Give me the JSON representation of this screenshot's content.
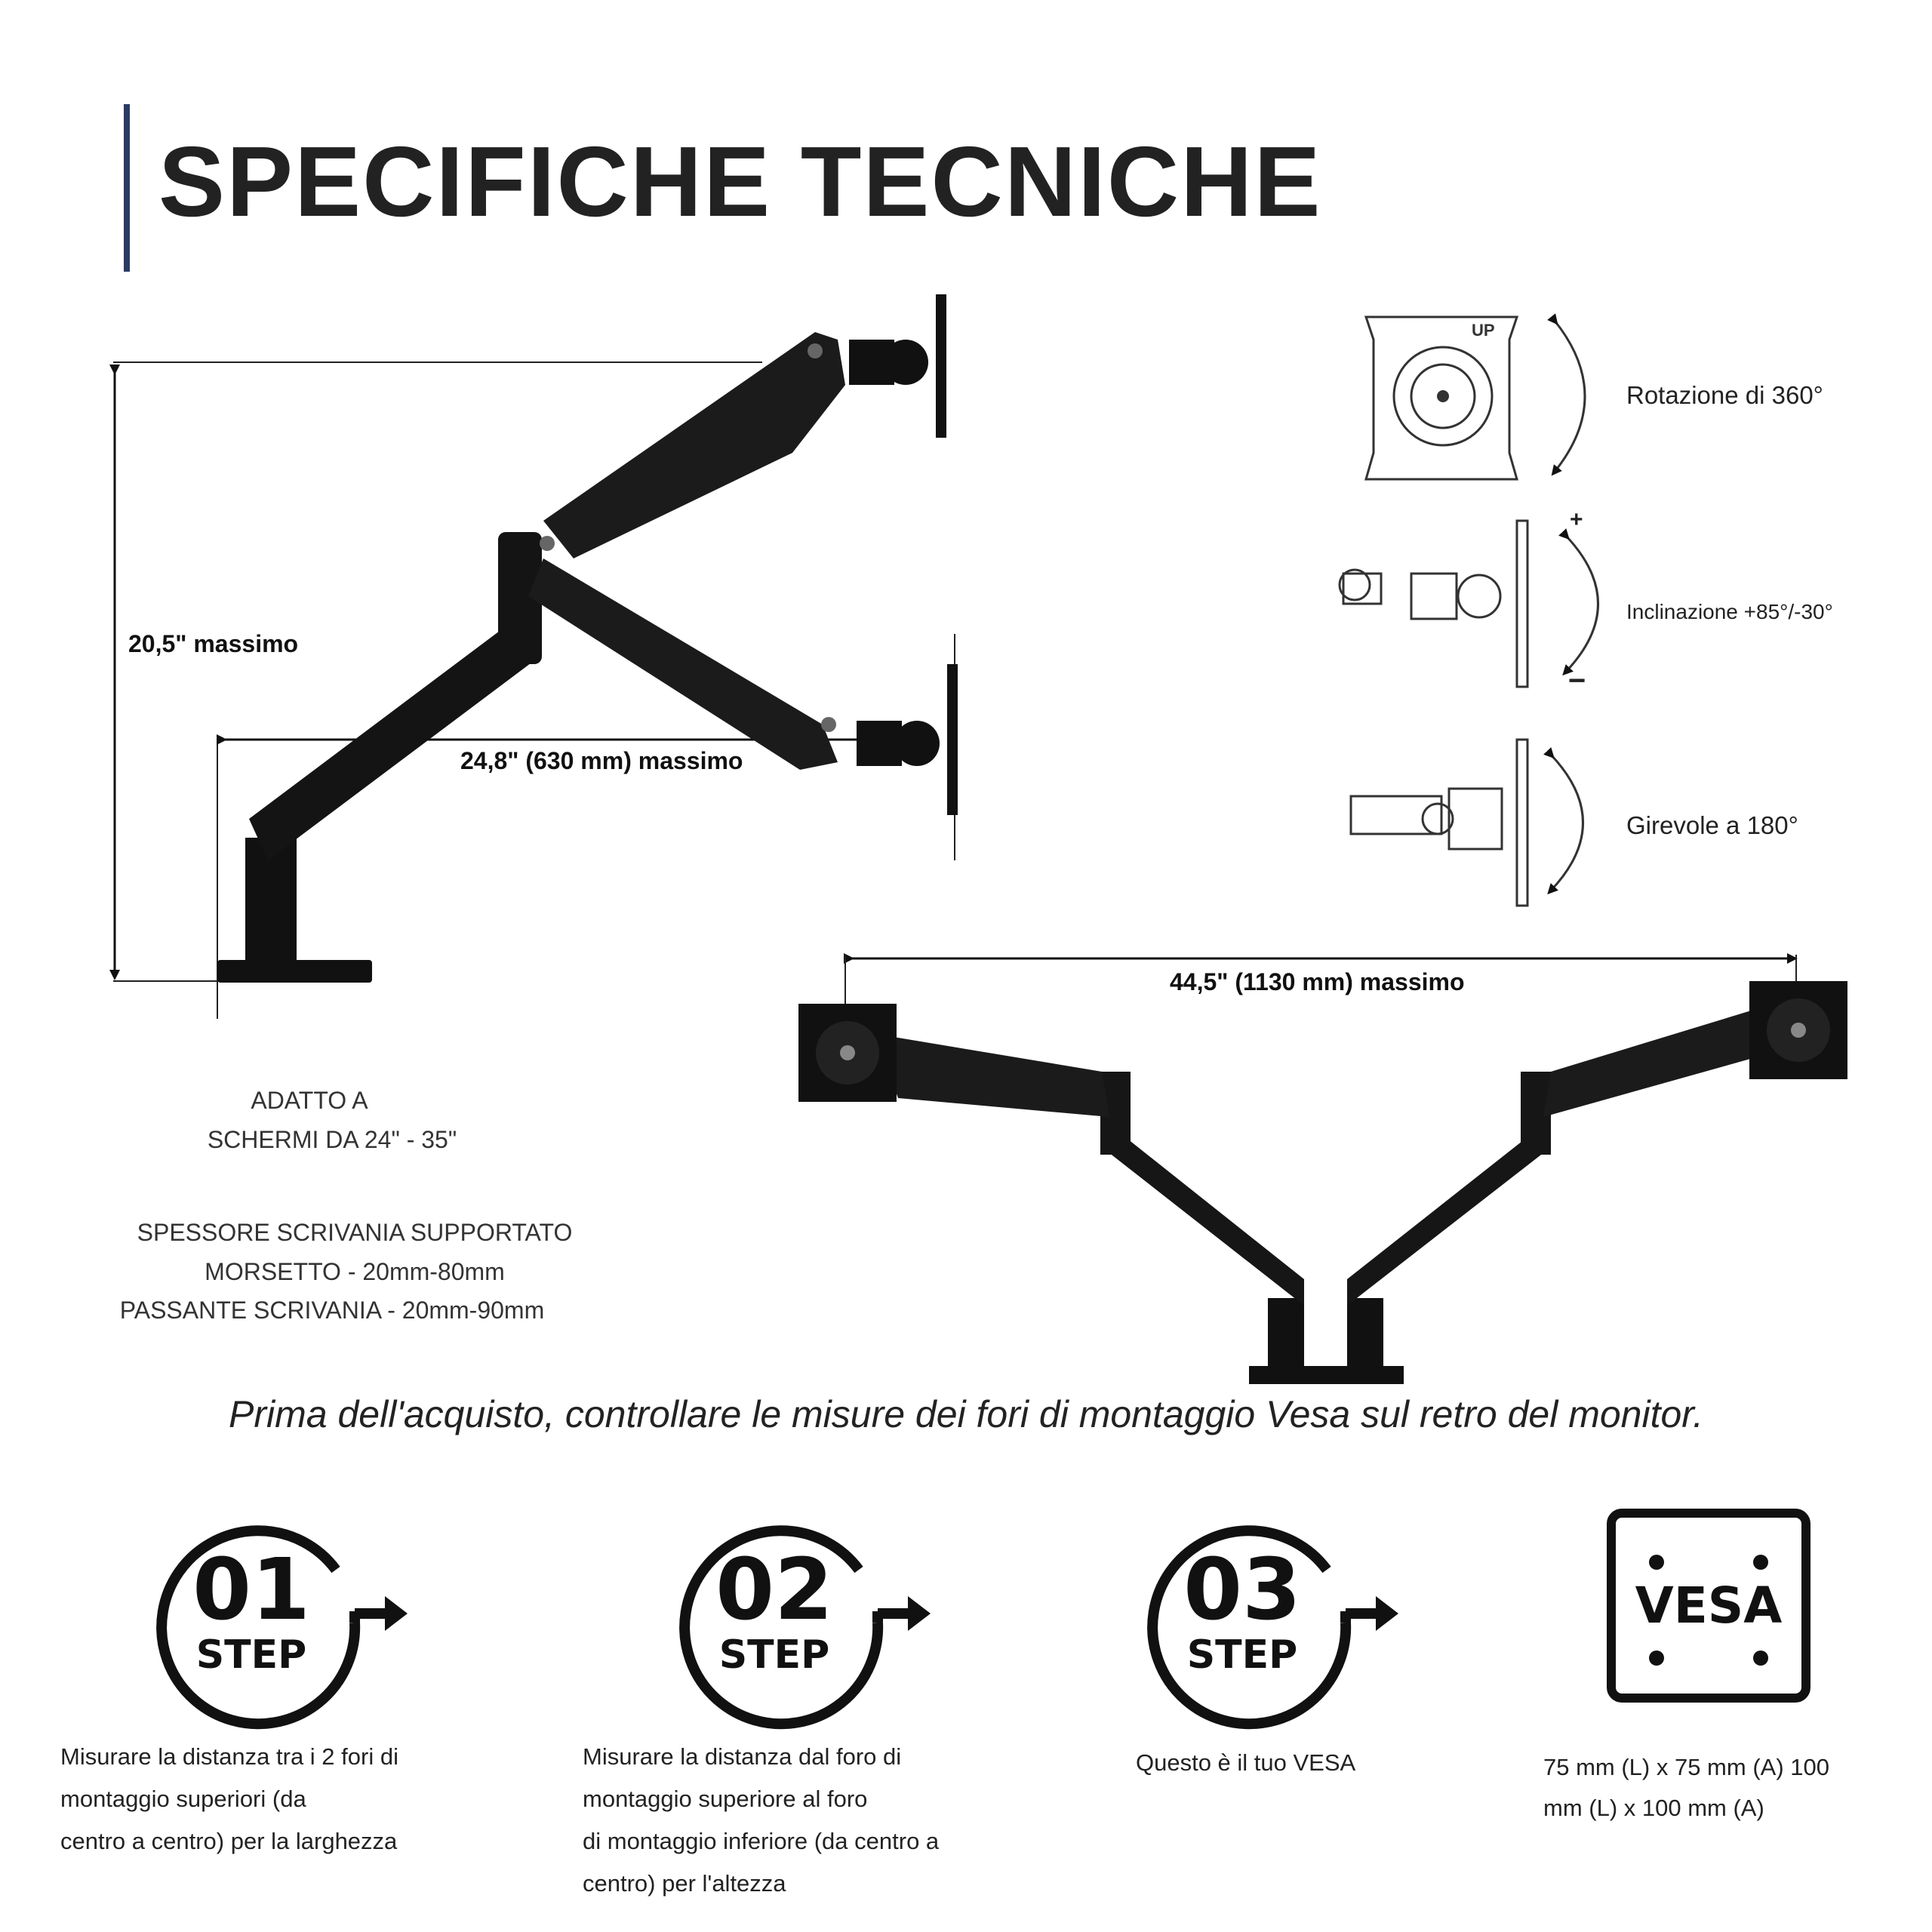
{
  "title": "SPECIFICHE TECNICHE",
  "dimensions": {
    "height": "20,5\"  massimo",
    "reach": "24,8\" (630 mm) massimo",
    "span": "44,5\" (1130 mm) massimo"
  },
  "features": {
    "rotation": "Rotazione di 360°",
    "tilt": "Inclinazione +85°/-30°",
    "swivel": "Girevole a 180°",
    "up_mark": "UP",
    "plus": "+",
    "minus": "−"
  },
  "specs": {
    "fit_line1": "ADATTO A",
    "fit_line2": "SCHERMI DA 24\" - 35\"",
    "desk_title": "SPESSORE SCRIVANIA SUPPORTATO",
    "clamp": "MORSETTO - 20mm-80mm",
    "grommet": "PASSANTE SCRIVANIA - 20mm-90mm"
  },
  "note": "Prima dell'acquisto, controllare le misure dei fori di montaggio Vesa sul retro del monitor.",
  "steps": [
    {
      "num": "01",
      "word": "STEP",
      "lines": [
        "Misurare la distanza tra i 2 fori di",
        "montaggio superiori (da",
        " centro a centro) per la larghezza"
      ]
    },
    {
      "num": "02",
      "word": "STEP",
      "lines": [
        "Misurare la distanza dal foro di",
        "montaggio superiore al foro",
        " di montaggio inferiore (da centro a",
        "centro) per l'altezza"
      ]
    },
    {
      "num": "03",
      "word": "STEP",
      "lines": [
        "Questo è il tuo VESA"
      ]
    }
  ],
  "vesa": {
    "logo": "VESA",
    "lines": [
      "75 mm (L) x 75 mm (A) 100",
      "mm (L) x 100 mm (A)"
    ]
  }
}
